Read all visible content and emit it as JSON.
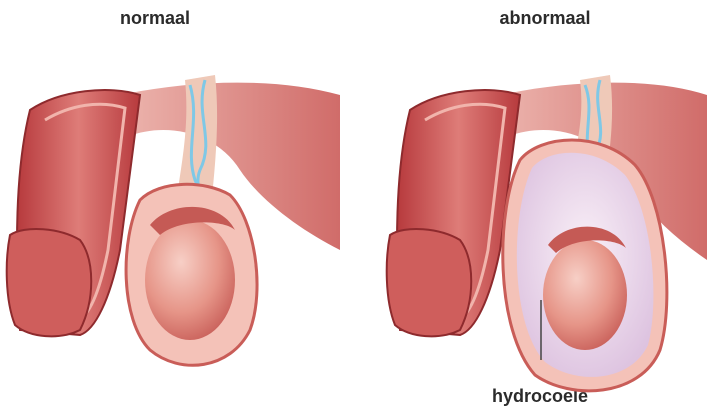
{
  "labels": {
    "normal": "normaal",
    "abnormal": "abnormaal",
    "hydrocele": "hydrocoele"
  },
  "colors": {
    "skin_outer": "#d9716f",
    "skin_inner": "#f2b7ad",
    "muscle": "#b83c3c",
    "testis": "#e79a90",
    "vessel": "#7fc8e6",
    "fluid": "#e9d8ee"
  }
}
